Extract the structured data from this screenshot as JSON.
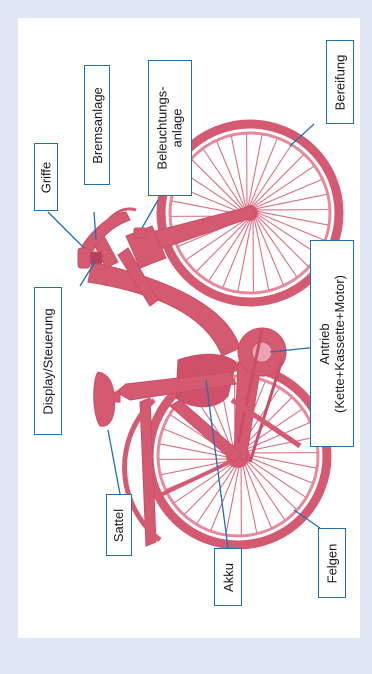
{
  "diagram": {
    "labels": {
      "griffe": "Griffe",
      "bremsanlage": "Bremsanlage",
      "beleuchtung_line1": "Beleuchtungs-",
      "beleuchtung_line2": "anlage",
      "bereifung": "Bereifung",
      "display": "Display/Steuerung",
      "antrieb_line1": "Antrieb",
      "antrieb_line2": "(Kette+Kassette+Motor)",
      "sattel": "Sattel",
      "akku": "Akku",
      "felgen": "Felgen"
    },
    "colors": {
      "background": "#dfe6f4",
      "panel": "#ffffff",
      "bike": "#d45a72",
      "label_border": "#1f6fb4",
      "leader_line": "#1f6fb4"
    }
  }
}
